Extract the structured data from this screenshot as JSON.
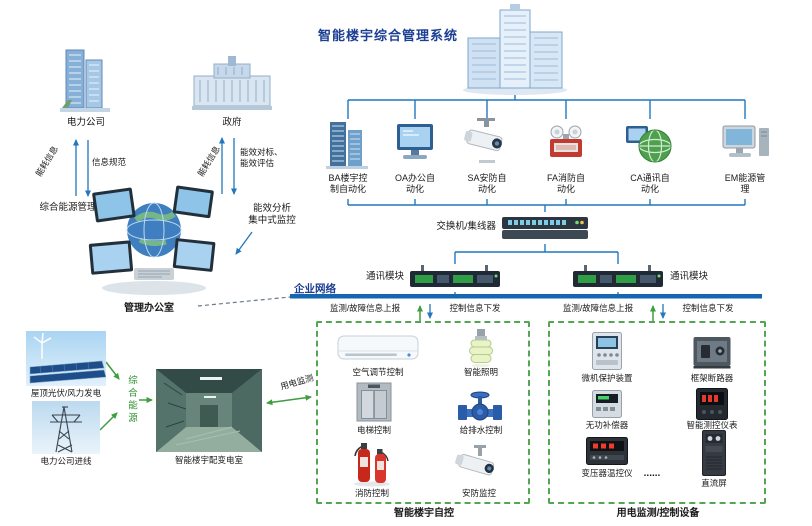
{
  "title": "智能楼宇综合管理系统",
  "colors": {
    "line_blue": "#2277bd",
    "network_blue": "#1565b0",
    "box_green": "#55a653",
    "arrow_green": "#3f9e3f",
    "title_navy": "#1c3f94"
  },
  "subsystems": [
    {
      "label": "BA楼宇控制自动化",
      "icon": "ba-building-icon"
    },
    {
      "label": "OA办公自动化",
      "icon": "oa-monitor-icon"
    },
    {
      "label": "SA安防自动化",
      "icon": "sa-camera-icon"
    },
    {
      "label": "FA消防自动化",
      "icon": "fa-emergency-light-icon"
    },
    {
      "label": "CA通讯自动化",
      "icon": "ca-globe-icon"
    },
    {
      "label": "EM能源管理",
      "icon": "em-workstation-icon"
    }
  ],
  "backbone": {
    "switch_label": "交换机/集线器",
    "comm_module_left": "通讯模块",
    "comm_module_right": "通讯模块",
    "network_label": "企业网络",
    "report_left": "监测/故障信息上报",
    "issue_left": "控制信息下发",
    "report_right": "监测/故障信息上报",
    "issue_right": "控制信息下发"
  },
  "energy_mgmt": {
    "power_company": "电力公司",
    "government": "政府",
    "energy_info_1": "能耗信息",
    "info_standard": "信息规范",
    "energy_info_2": "能耗信息",
    "benchmark": "能效对标、能效评估",
    "integrated_mgmt": "综合能源管理",
    "analysis_line1": "能效分析",
    "analysis_line2": "集中式监控",
    "office": "管理办公室"
  },
  "supply": {
    "pv_wind": "屋顶光伏/风力发电",
    "grid_inlet": "电力公司进线",
    "integrated_energy": "综合能源",
    "substation": "智能楼宇配变电室",
    "metering": "用电监测"
  },
  "building_auto": {
    "title": "智能楼宇自控",
    "items": [
      {
        "label": "空气调节控制",
        "icon": "ac-unit-icon"
      },
      {
        "label": "智能照明",
        "icon": "cfl-bulb-icon"
      },
      {
        "label": "电梯控制",
        "icon": "elevator-icon"
      },
      {
        "label": "给排水控制",
        "icon": "water-valve-icon"
      },
      {
        "label": "消防控制",
        "icon": "fire-extinguisher-icon"
      },
      {
        "label": "安防监控",
        "icon": "cctv-camera-icon"
      }
    ]
  },
  "power_devices": {
    "title": "用电监测/控制设备",
    "items": [
      {
        "label": "微机保护装置",
        "icon": "protection-relay-icon"
      },
      {
        "label": "框架断路器",
        "icon": "circuit-breaker-icon"
      },
      {
        "label": "无功补偿器",
        "icon": "compensator-icon"
      },
      {
        "label": "智能测控仪表",
        "icon": "smart-meter-icon"
      },
      {
        "label": "变压器温控仪",
        "icon": "temp-controller-icon"
      },
      {
        "label": "直流屏",
        "icon": "dc-panel-icon"
      }
    ],
    "ellipsis": "......"
  }
}
